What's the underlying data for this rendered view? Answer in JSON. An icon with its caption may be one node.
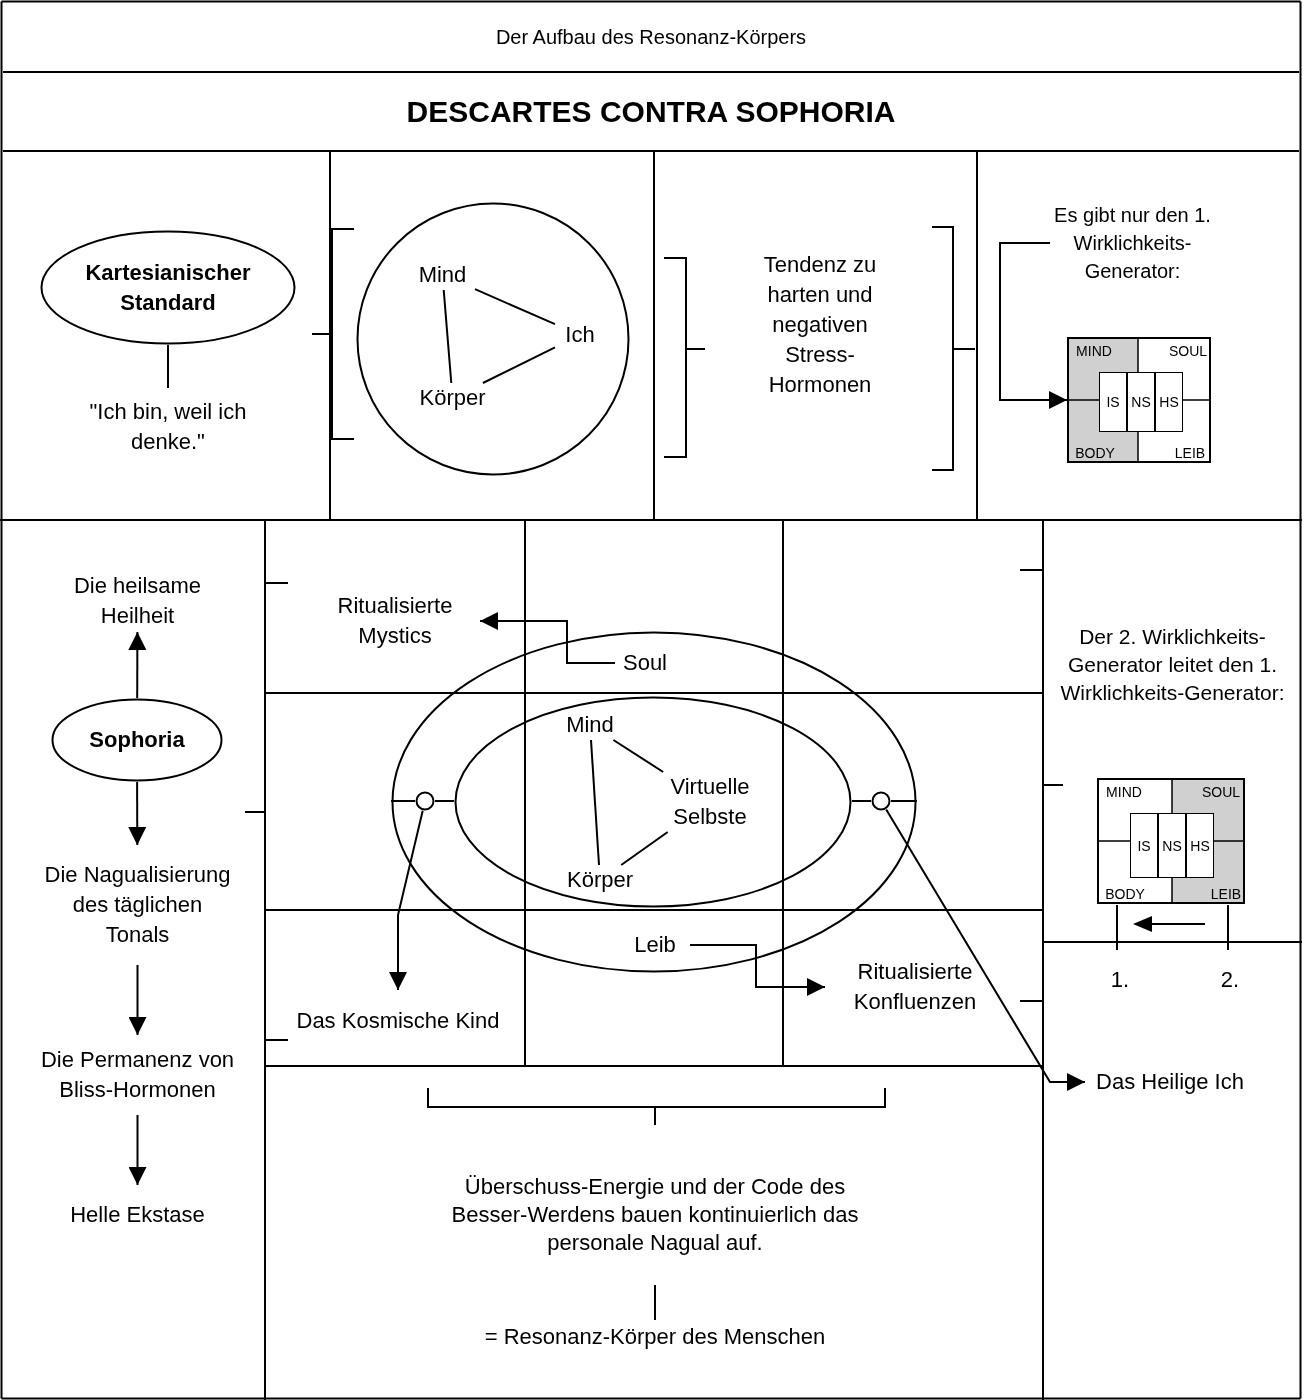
{
  "diagram": {
    "nodes": [
      {
        "text": [
          "Der Aufbau des Resonanz-Körpers"
        ]
      },
      {
        "text": [
          "DESCARTES CONTRA SOPHORIA"
        ]
      },
      {
        "text": [
          "Kartesianischer Standard"
        ]
      },
      {
        "text": [
          "\"Ich bin, weil ich denke.\""
        ]
      },
      {
        "text": [],
        "shape": "circle"
      },
      {
        "text": [
          "Mind"
        ],
        "in": 4
      },
      {
        "text": [
          "Ich"
        ],
        "in": 4
      },
      {
        "text": [
          "Körper"
        ],
        "in": 4
      },
      {
        "text": [
          "Tendenz zu harten und negativen Stress-Hormonen"
        ]
      },
      {
        "text": [
          "Es gibt nur den 1. Wirklichkeits-Generator:"
        ]
      },
      {
        "text": [],
        "shape": "box"
      },
      {
        "text": [
          "MIND"
        ],
        "in": 10
      },
      {
        "text": [
          "SOUL"
        ],
        "in": 10
      },
      {
        "text": [
          "BODY"
        ],
        "in": 10
      },
      {
        "text": [
          "LEIB"
        ],
        "in": 10
      },
      {
        "text": [
          "IS"
        ],
        "in": 10
      },
      {
        "text": [
          "NS"
        ],
        "in": 10
      },
      {
        "text": [
          "HS"
        ],
        "in": 10
      },
      {
        "text": [
          "Die heilsame Heilheit"
        ]
      },
      {
        "text": [
          "Sophoria"
        ]
      },
      {
        "text": [
          "Die Nagualisierung des täglichen Tonals"
        ]
      },
      {
        "text": [
          "Die Permanenz von Bliss-Hormonen"
        ]
      },
      {
        "text": [
          "Helle Ekstase"
        ]
      },
      {
        "text": [],
        "shape": "ellipse"
      },
      {
        "text": [
          "Soul"
        ],
        "in": 23
      },
      {
        "text": [],
        "shape": "ellipse",
        "in": 23
      },
      {
        "text": [
          "Mind"
        ],
        "in": 25
      },
      {
        "text": [
          "Virtuelle Selbste"
        ],
        "in": 25
      },
      {
        "text": [
          "Körper"
        ],
        "in": 25
      },
      {
        "text": [
          "Leib"
        ],
        "in": 23
      },
      {
        "text": [],
        "shape": "circle",
        "in": 23
      },
      {
        "text": [],
        "shape": "circle",
        "in": 23
      },
      {
        "text": [
          "Ritualisierte Mystics"
        ]
      },
      {
        "text": [
          "Das Kosmische Kind"
        ]
      },
      {
        "text": [
          "Ritualisierte Konfluenzen"
        ]
      },
      {
        "text": [
          "Das Heilige Ich"
        ]
      },
      {
        "text": [
          "Der 2. Wirklichkeits-Generator leitet den 1. Wirklichkeits-Generator:"
        ]
      },
      {
        "text": [],
        "shape": "box"
      },
      {
        "text": [
          "MIND"
        ],
        "in": 37
      },
      {
        "text": [
          "SOUL"
        ],
        "in": 37
      },
      {
        "text": [
          "BODY"
        ],
        "in": 37
      },
      {
        "text": [
          "LEIB"
        ],
        "in": 37
      },
      {
        "text": [
          "IS"
        ],
        "in": 37
      },
      {
        "text": [
          "NS"
        ],
        "in": 37
      },
      {
        "text": [
          "HS"
        ],
        "in": 37
      },
      {
        "text": [
          "1."
        ]
      },
      {
        "text": [
          "2."
        ]
      },
      {
        "text": [
          "Überschuss-Energie und der Code des Besser-Werdens bauen kontinuierlich das personale Nagual auf."
        ]
      },
      {
        "text": [
          "= Resonanz-Körper des Menschen"
        ]
      }
    ],
    "edges": [
      {
        "from": 2,
        "to": 3,
        "arrow": "none"
      },
      {
        "from": 5,
        "to": 6,
        "arrow": "none"
      },
      {
        "from": 5,
        "to": 7,
        "arrow": "none"
      },
      {
        "from": 7,
        "to": 6,
        "arrow": "none"
      },
      {
        "from": 9,
        "to": 10,
        "arrow": "to"
      },
      {
        "from": 19,
        "to": 18,
        "arrow": "to"
      },
      {
        "from": 19,
        "to": 20,
        "arrow": "to"
      },
      {
        "from": 20,
        "to": 21,
        "arrow": "to"
      },
      {
        "from": 21,
        "to": 22,
        "arrow": "to"
      },
      {
        "from": 26,
        "to": 27,
        "arrow": "none"
      },
      {
        "from": 26,
        "to": 28,
        "arrow": "none"
      },
      {
        "from": 28,
        "to": 27,
        "arrow": "none"
      },
      {
        "from": 24,
        "to": 32,
        "arrow": "to"
      },
      {
        "from": 30,
        "to": 33,
        "arrow": "to"
      },
      {
        "from": 29,
        "to": 34,
        "arrow": "to"
      },
      {
        "from": 31,
        "to": 35,
        "arrow": "to"
      },
      {
        "from": 47,
        "to": 48,
        "arrow": "none"
      },
      {
        "from": 23,
        "to": 30,
        "arrow": "none"
      },
      {
        "from": 30,
        "to": 25,
        "arrow": "none"
      },
      {
        "from": 25,
        "to": 31,
        "arrow": "none"
      },
      {
        "from": 31,
        "to": 23,
        "arrow": "none"
      }
    ]
  }
}
